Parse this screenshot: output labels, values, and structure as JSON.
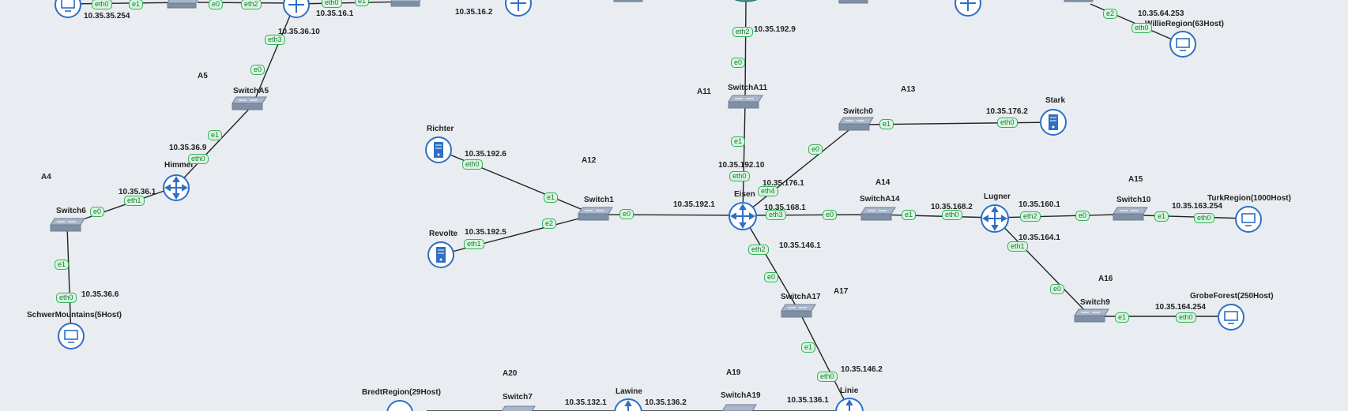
{
  "colors": {
    "background": "#e9edf1",
    "link": "#222222",
    "port_border": "#31b05a",
    "port_fill": "#d9f5df",
    "port_text": "#1a7a3a",
    "node_blue": "#2f6fc4",
    "switch_gray": "#8c9bb0"
  },
  "areas": [
    "A4",
    "A5",
    "A11",
    "A12",
    "A13",
    "A14",
    "A15",
    "A16",
    "A17",
    "A19",
    "A20"
  ],
  "nodes": {
    "himmel": "Himmel",
    "switch6": "Switch6",
    "switchA5": "SwitchA5",
    "schwer": "SchwerMountains(5Host)",
    "richter": "Richter",
    "revolte": "Revolte",
    "switch1": "Switch1",
    "eisen": "Eisen",
    "switchA11": "SwitchA11",
    "switch0": "Switch0",
    "stark": "Stark",
    "switchA14": "SwitchA14",
    "lugner": "Lugner",
    "switch10": "Switch10",
    "turk": "TurkRegion(1000Host)",
    "switch9": "Switch9",
    "grobe": "GrobeForest(250Host)",
    "switchA17": "SwitchA17",
    "linie": "Linie",
    "willie": "WillieRegion(63Host)",
    "bredt": "BredtRegion(29Host)",
    "switch7": "Switch7",
    "lawine": "Lawine",
    "switchA19": "SwitchA19"
  },
  "ips": [
    "10.35.35.254",
    "10.35.16.1",
    "10.35.16.2",
    "10.35.36.10",
    "10.35.36.9",
    "10.35.36.1",
    "10.35.36.6",
    "10.35.192.9",
    "10.35.192.6",
    "10.35.192.5",
    "10.35.192.1",
    "10.35.192.10",
    "10.35.176.1",
    "10.35.176.2",
    "10.35.168.1",
    "10.35.168.2",
    "10.35.160.1",
    "10.35.163.254",
    "10.35.164.1",
    "10.35.164.254",
    "10.35.146.1",
    "10.35.146.2",
    "10.35.64.253",
    "10.35.132.1",
    "10.35.136.2",
    "10.35.136.1"
  ],
  "ports": [
    "eth0",
    "e1",
    "e0",
    "eth2",
    "eth0",
    "e1",
    "eth3",
    "e0",
    "e1",
    "eth0",
    "eth1",
    "e0",
    "e1",
    "eth0",
    "eth2",
    "e0",
    "e1",
    "eth0",
    "e1",
    "e2",
    "eth0",
    "eth1",
    "e0",
    "eth4",
    "eth3",
    "eth2",
    "e0",
    "e1",
    "eth0",
    "e0",
    "e1",
    "eth0",
    "eth2",
    "e0",
    "e1",
    "eth0",
    "eth1",
    "e0",
    "e1",
    "eth0",
    "e0",
    "e1",
    "eth0",
    "e2",
    "eth0"
  ]
}
